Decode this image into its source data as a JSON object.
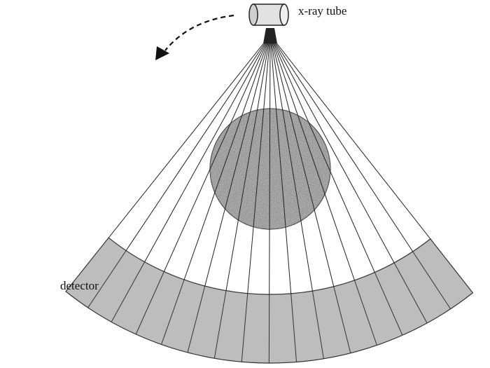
{
  "labels": {
    "tube": "x-ray tube",
    "detector": "detector"
  },
  "diagram": {
    "detector_element_count": 16,
    "detector_fill": "#bdbdbd",
    "object_fill": "#8a8a8a",
    "ray_color": "#222222"
  }
}
